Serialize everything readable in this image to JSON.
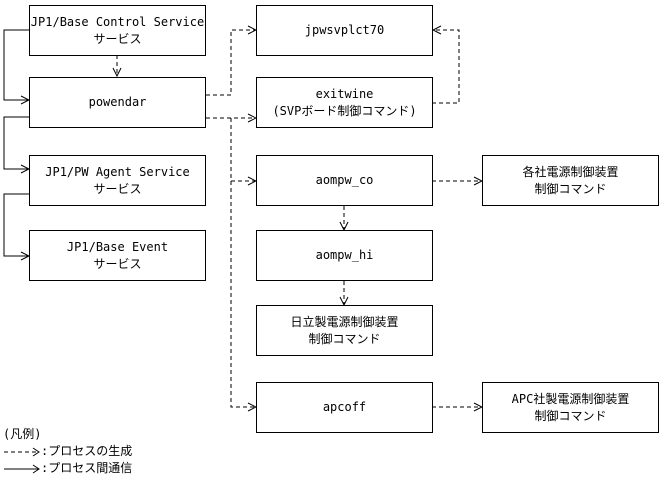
{
  "boxes": {
    "base_control": [
      "JP1/Base Control Service",
      "サービス"
    ],
    "powendar": [
      "powendar"
    ],
    "pw_agent": [
      "JP1/PW Agent Service",
      "サービス"
    ],
    "base_event": [
      "JP1/Base Event",
      "サービス"
    ],
    "jpwsvplct70": [
      "jpwsvplct70"
    ],
    "exitwine": [
      "exitwine",
      "(SVPボード制御コマンド)"
    ],
    "aompw_co": [
      "aompw_co"
    ],
    "aompw_hi": [
      "aompw_hi"
    ],
    "hitachi_cmd": [
      "日立製電源制御装置",
      "制御コマンド"
    ],
    "apcoff": [
      "apcoff"
    ],
    "vendor_cmd": [
      "各社電源制御装置",
      "制御コマンド"
    ],
    "apc_cmd": [
      "APC社製電源制御装置",
      "制御コマンド"
    ]
  },
  "legend": {
    "title": "(凡例)",
    "dashed_label": ":プロセスの生成",
    "solid_label": ":プロセス間通信"
  },
  "colors": {
    "line": "#000000",
    "background": "#ffffff"
  }
}
